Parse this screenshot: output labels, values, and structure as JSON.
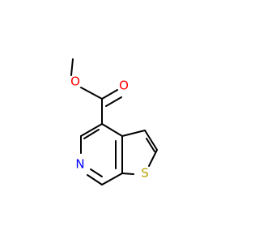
{
  "molecule": {
    "atoms": {
      "methyl_o": {
        "label": "O",
        "color": "#ff0000"
      },
      "carbonyl_o": {
        "label": "O",
        "color": "#ff0000"
      },
      "ring_n": {
        "label": "N",
        "color": "#0000ff"
      },
      "ring_s": {
        "label": "S",
        "color": "#b8a100"
      }
    }
  }
}
